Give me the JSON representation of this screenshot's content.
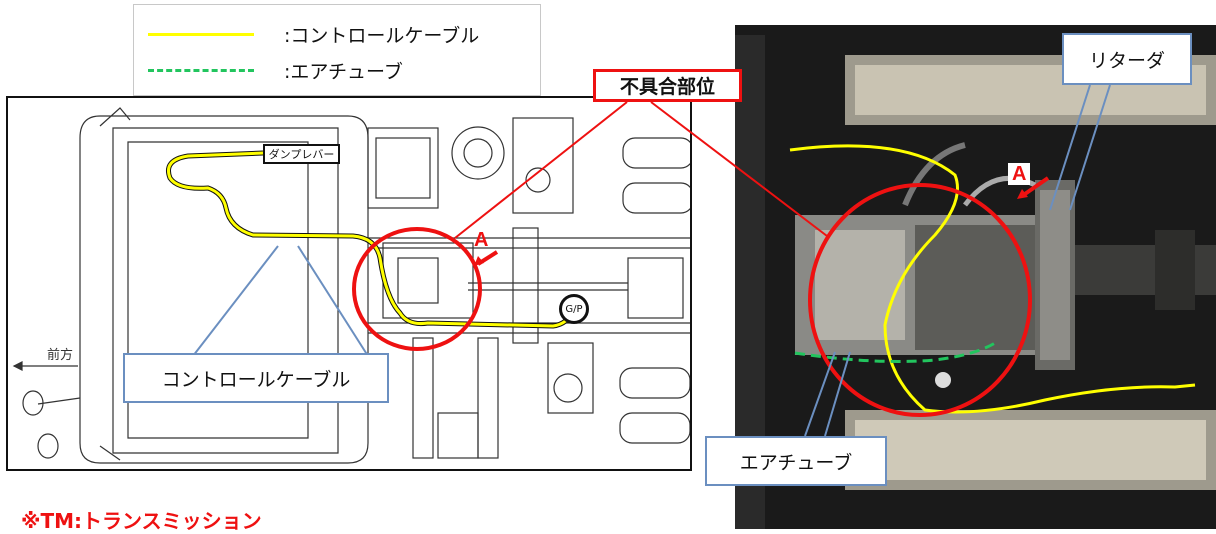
{
  "legend": {
    "control_cable": ":コントロールケーブル",
    "air_tube": ":エアチューブ"
  },
  "labels": {
    "defect_location": "不具合部位",
    "control_cable_callout": "コントロールケーブル",
    "air_tube_callout": "エアチューブ",
    "retarder": "リターダ",
    "marker_a": "A",
    "front": "前方",
    "dump_lever": "ダンプレバー",
    "gp": "G/P",
    "note": "※TM:トランスミッション"
  },
  "colors": {
    "control_cable": "#ffff00",
    "air_tube": "#22c55e",
    "defect_highlight": "#ee1111",
    "callout_border": "#6b8fc0"
  }
}
